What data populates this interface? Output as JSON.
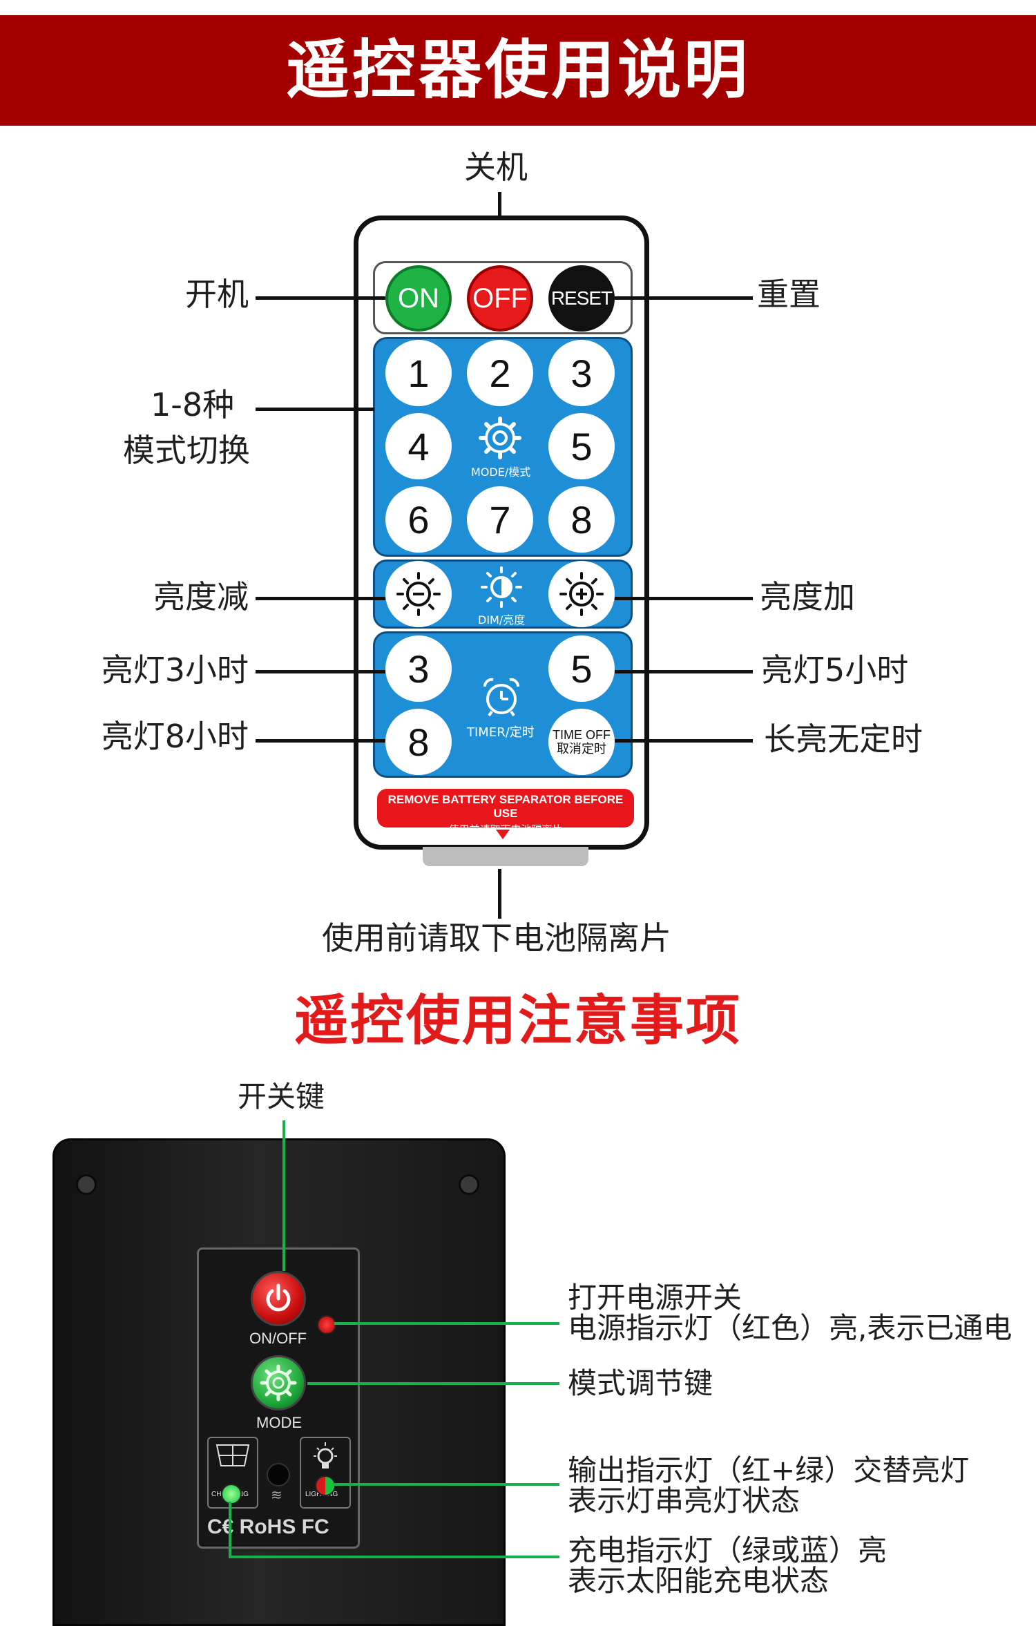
{
  "header": {
    "title": "遥控器使用说明"
  },
  "remote": {
    "callouts": {
      "off": "关机",
      "on": "开机",
      "reset": "重置",
      "mode_line1": "1-8种",
      "mode_line2": "模式切换",
      "dim_down": "亮度减",
      "dim_up": "亮度加",
      "t3": "亮灯3小时",
      "t5": "亮灯5小时",
      "t8": "亮灯8小时",
      "timeoff": "长亮无定时",
      "separator": "使用前请取下电池隔离片"
    },
    "buttons": {
      "on": "ON",
      "off": "OFF",
      "reset": "RESET",
      "modes": [
        "1",
        "2",
        "3",
        "4",
        "5",
        "6",
        "7",
        "8"
      ],
      "mode_caption": "MODE/模式",
      "dim_caption": "DIM/亮度",
      "timer": [
        "3",
        "5",
        "8"
      ],
      "timer_caption": "TIMER/定时",
      "timeoff_l1": "TIME OFF",
      "timeoff_l2": "取消定时"
    },
    "warning_en": "REMOVE BATTERY SEPARATOR BEFORE USE",
    "warning_cn": "使用前请取下电池隔离片"
  },
  "notes": {
    "title": "遥控使用注意事项",
    "power_key": "开关键",
    "onoff_label": "ON/OFF",
    "mode_label": "MODE",
    "charging_label": "CHARGING",
    "lighting_label": "LIGHTING",
    "cert": "C€ RoHS FC",
    "power_led_l1": "打开电源开关",
    "power_led_l2": "电源指示灯（红色）亮,表示已通电",
    "mode_key": "模式调节键",
    "output_l1": "输出指示灯（红+绿）交替亮灯",
    "output_l2": "表示灯串亮灯状态",
    "charge_l1": "充电指示灯（绿或蓝）亮",
    "charge_l2": "表示太阳能充电状态"
  }
}
